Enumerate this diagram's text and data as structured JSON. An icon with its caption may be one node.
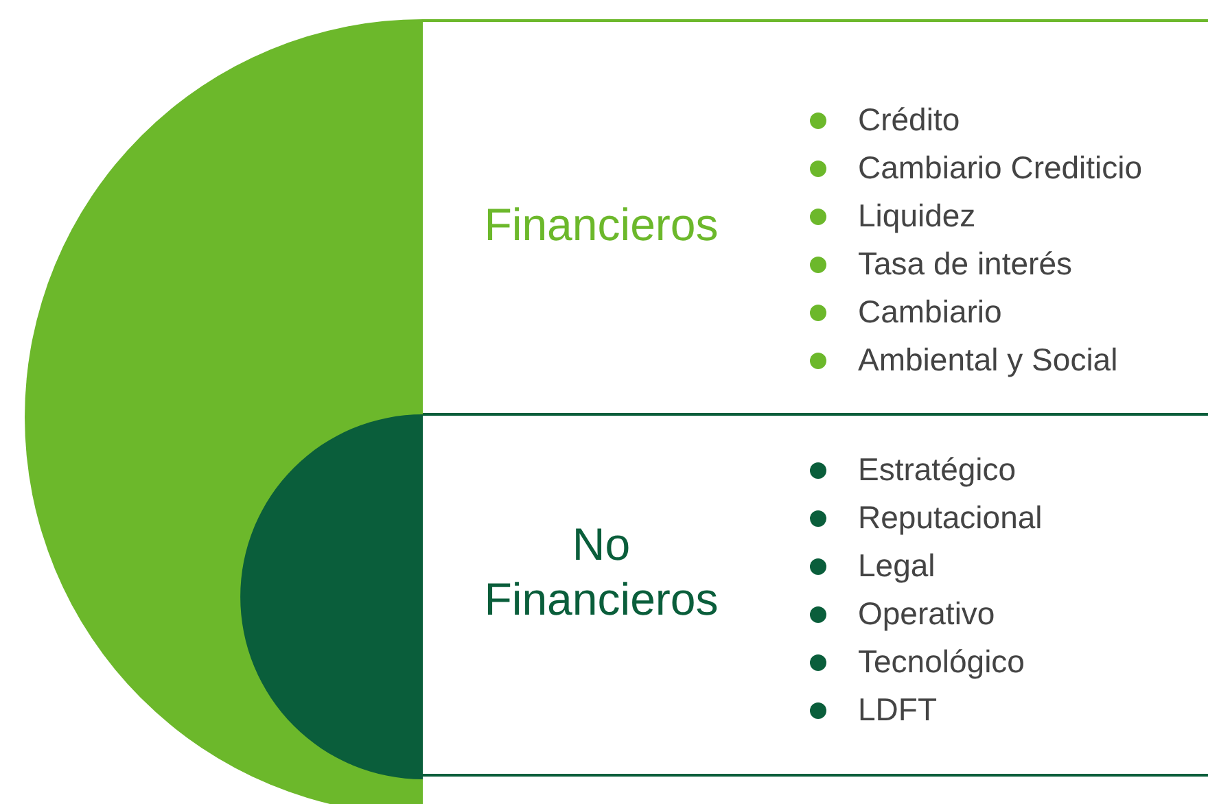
{
  "diagram": {
    "nodes": [
      {
        "text": [
          "Financieros",
          "Crédito",
          "Cambiario Crediticio",
          "Liquidez",
          "Tasa de interés",
          "Cambiario",
          "Ambiental y Social"
        ]
      },
      {
        "text": [
          "No Financieros",
          "Estratégico",
          "Reputacional",
          "Legal",
          "Operativo",
          "Tecnológico",
          "LDFT"
        ]
      }
    ]
  }
}
